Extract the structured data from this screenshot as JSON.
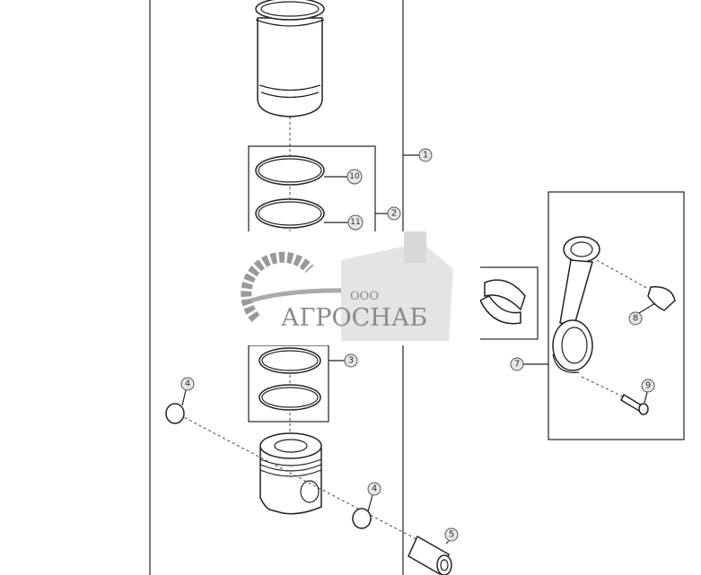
{
  "callouts": [
    "1",
    "2",
    "3",
    "4",
    "4",
    "5",
    "7",
    "8",
    "9",
    "10",
    "11"
  ],
  "watermark": {
    "prefix": "ООО",
    "name": "АГРОСНАБ"
  }
}
